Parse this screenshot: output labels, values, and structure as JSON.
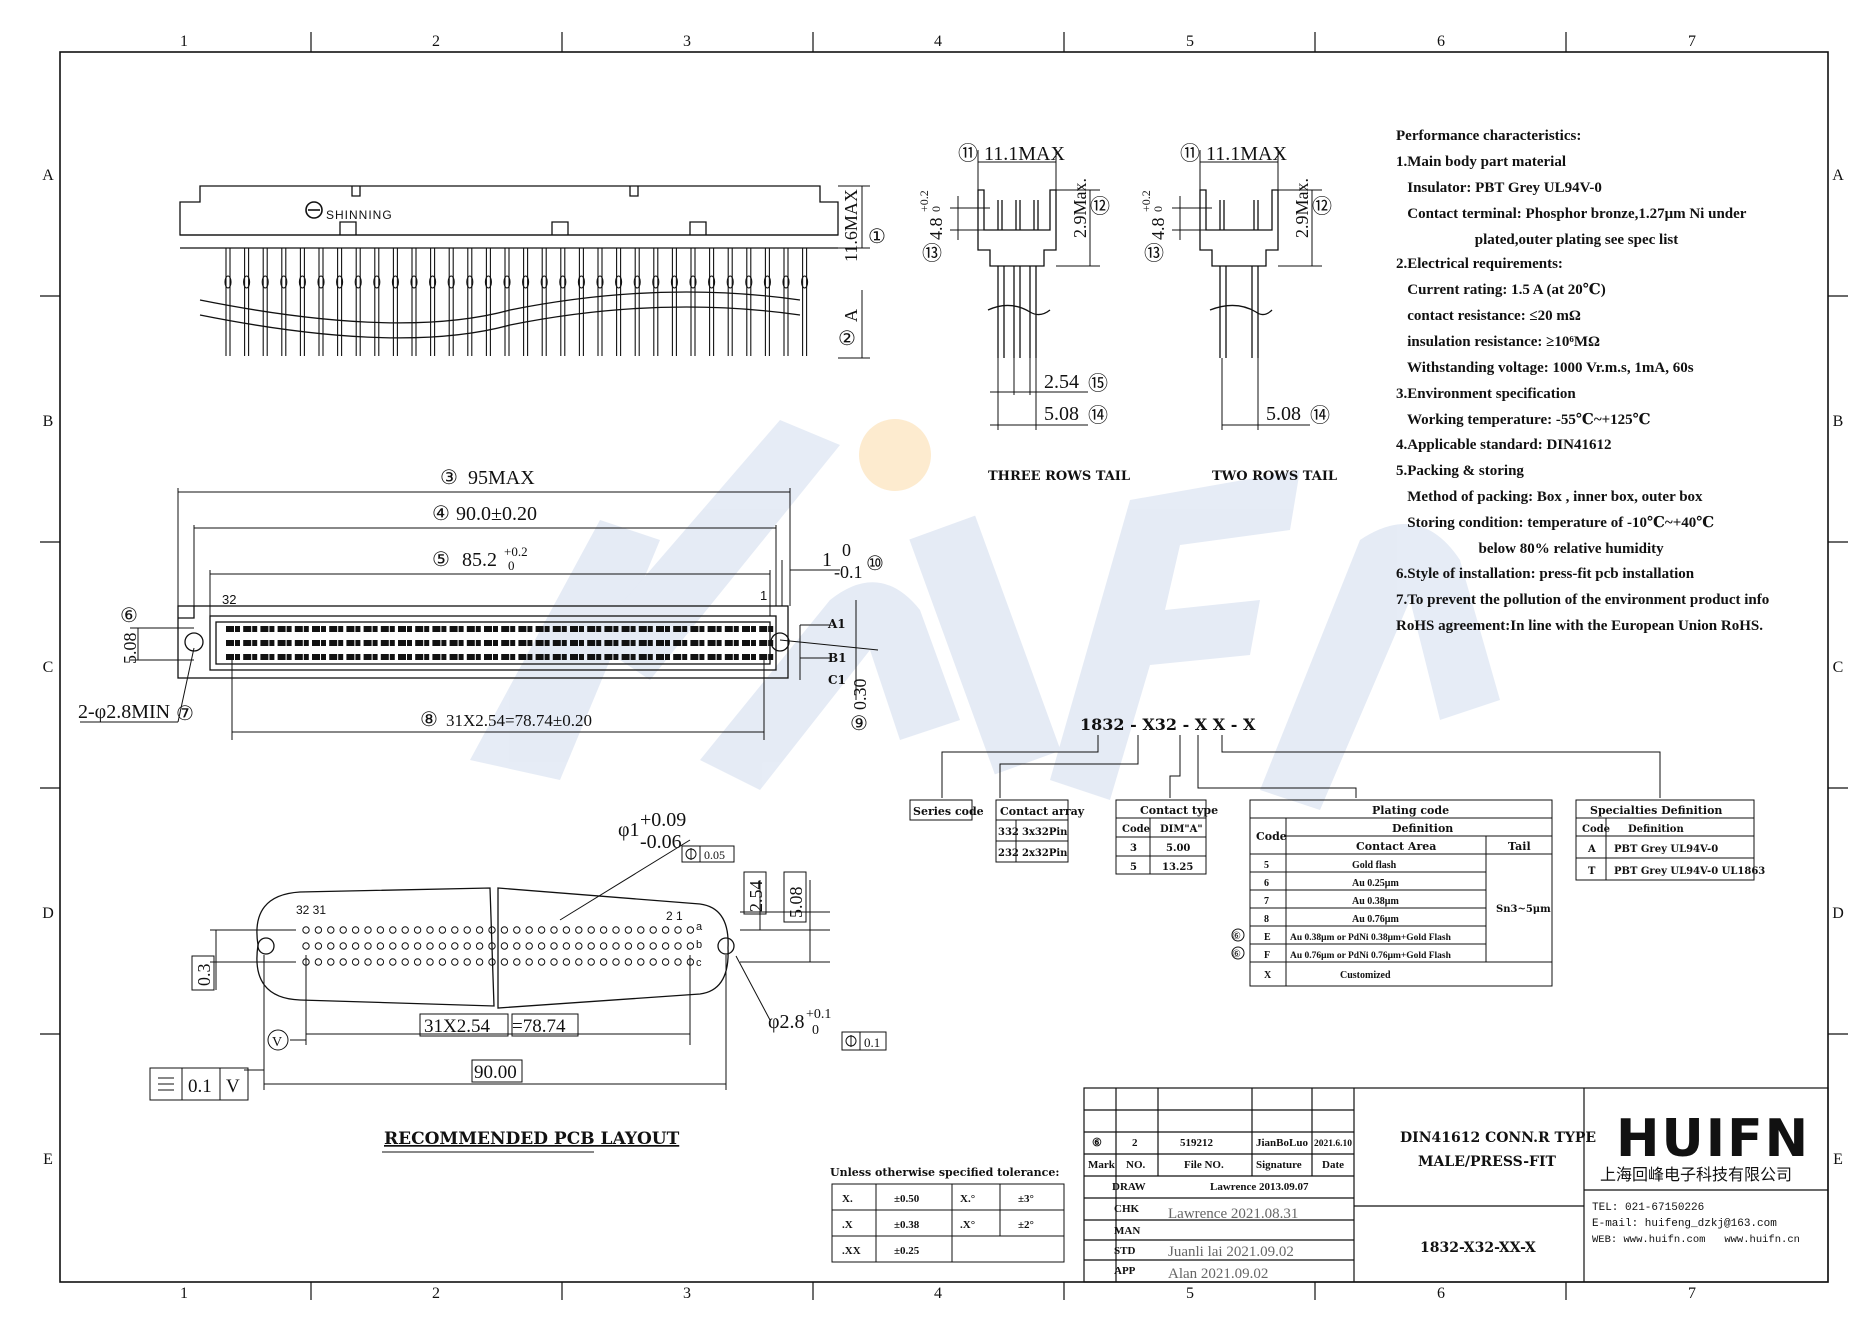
{
  "grid": {
    "columns": [
      "1",
      "2",
      "3",
      "4",
      "5",
      "6",
      "7"
    ],
    "rows": [
      "A",
      "B",
      "C",
      "D",
      "E"
    ]
  },
  "colors": {
    "line": "#111111",
    "watermark": "#2f5fb3",
    "watermark_dot": "#f5a623"
  },
  "watermark": "HUIFN",
  "logo_mark": "SHINNING",
  "top_view": {
    "dim_height": "11.6MAX",
    "dim_tail": "A",
    "callout_1": "①",
    "callout_2": "②"
  },
  "three_rows": {
    "caption": "THREE ROWS TAIL",
    "dim_width": "11.1MAX",
    "dim_height": "2.9Max.",
    "dim_offset": "4.8",
    "dim_offset_tol_up": "+0.2",
    "dim_offset_tol_lo": "0",
    "dim_pitch": "2.54",
    "dim_span": "5.08",
    "c11": "⑪",
    "c12": "⑫",
    "c13": "⑬",
    "c14": "⑭",
    "c15": "⑮"
  },
  "two_rows": {
    "caption": "TWO ROWS TAIL",
    "dim_width": "11.1MAX",
    "dim_height": "2.9Max.",
    "dim_offset": "4.8",
    "dim_offset_tol_up": "+0.2",
    "dim_offset_tol_lo": "0",
    "dim_span": "5.08",
    "c11": "⑪",
    "c12": "⑫",
    "c13": "⑬",
    "c14": "⑭"
  },
  "front_view": {
    "dim_95": "95MAX",
    "dim_90": "90.0±0.20",
    "dim_85": "85.2",
    "dim_85_tol_up": "+0.2",
    "dim_85_tol_lo": "0",
    "dim_1_top": "1",
    "dim_1_zero": "0",
    "dim_1_tol": "-0.1",
    "dim_508": "5.08",
    "dim_030": "0.30",
    "dim_holes": "2-φ2.8MIN",
    "dim_pitch": "31X2.54=78.74±0.20",
    "pin_32": "32",
    "pin_1": "1",
    "row_a": "A1",
    "row_b": "B1",
    "row_c": "C1",
    "c3": "③",
    "c4": "④",
    "c5": "⑤",
    "c6": "⑥",
    "c7": "⑦",
    "c8": "⑧",
    "c9": "⑨",
    "c10": "⑩"
  },
  "pcb": {
    "title": "RECOMMENDED PCB LAYOUT",
    "hole_dia": "φ1",
    "hole_tol_up": "+0.09",
    "hole_tol_lo": "-0.06",
    "pos_tol": "0.05",
    "pitch_254": "2.54",
    "pitch_508": "5.08",
    "dim_03": "0.3",
    "mount_dia": "φ2.8",
    "mount_tol_up": "+0.1",
    "mount_tol_lo": "0",
    "mount_pos_tol": "0.1",
    "dim_pitch": "31X2.54",
    "dim_pitch_eq": "=78.74",
    "dim_90": "90.00",
    "datum_v": "V",
    "flat_tol": "0.1",
    "flat_datum": "V",
    "label_3231": "32 31",
    "label_21": "2  1",
    "row_a": "a",
    "row_b": "b",
    "row_c": "c"
  },
  "performance": {
    "lines": [
      "Performance characteristics:",
      "1.Main body part material",
      "   Insulator: PBT Grey UL94V-0",
      "   Contact terminal: Phosphor bronze,1.27μm Ni under",
      "                     plated,outer plating see spec list",
      "2.Electrical requirements:",
      "   Current rating: 1.5 A (at 20℃)",
      "   contact resistance: ≤20 mΩ",
      "   insulation resistance: ≥10⁶MΩ",
      "   Withstanding voltage: 1000 Vr.m.s, 1mA, 60s",
      "3.Environment specification",
      "   Working temperature: -55℃~+125℃",
      "4.Applicable standard: DIN41612",
      "5.Packing & storing",
      "   Method of packing: Box , inner box, outer box",
      "   Storing condition: temperature of -10℃~+40℃",
      "                      below 80% relative humidity",
      "6.Style of installation: press-fit pcb installation",
      "7.To prevent the pollution of the environment product info",
      "RoHS agreement:In line with the European Union RoHS."
    ]
  },
  "part_code": {
    "code": "1832 - X32 - X X - X",
    "series": {
      "header": "Series code"
    },
    "contact_array": {
      "header": "Contact array",
      "rows": [
        [
          "332",
          "3x32Pin"
        ],
        [
          "232",
          "2x32Pin"
        ]
      ]
    },
    "contact_type": {
      "header": "Contact type",
      "col_code": "Code",
      "col_dim": "DIM\"A\"",
      "rows": [
        [
          "3",
          "5.00"
        ],
        [
          "5",
          "13.25"
        ]
      ]
    },
    "plating": {
      "header": "Plating code",
      "col_code": "Code",
      "col_definition": "Definition",
      "col_area": "Contact Area",
      "col_tail": "Tail",
      "tail_value": "Sn3~5μm",
      "rows": [
        [
          "5",
          "Gold flash"
        ],
        [
          "6",
          "Au 0.25μm"
        ],
        [
          "7",
          "Au 0.38μm"
        ],
        [
          "8",
          "Au 0.76μm"
        ],
        [
          "E",
          "Au 0.38μm or PdNi 0.38μm+Gold Flash"
        ],
        [
          "F",
          "Au 0.76μm or PdNi 0.76μm+Gold Flash"
        ],
        [
          "X",
          "Customized"
        ]
      ],
      "mark": "⑥"
    },
    "specialties": {
      "header": "Specialties Definition",
      "col_code": "Code",
      "col_definition": "Definition",
      "rows": [
        [
          "A",
          "PBT Grey UL94V-0"
        ],
        [
          "T",
          "PBT Grey UL94V-0 UL1863"
        ]
      ]
    }
  },
  "tolerance": {
    "heading": "Unless otherwise specified tolerance:",
    "rows": [
      [
        "X.",
        "±0.50",
        "X.°",
        "±3°"
      ],
      [
        ".X",
        "±0.38",
        ".X°",
        "±2°"
      ],
      [
        ".XX",
        "±0.25",
        "",
        ""
      ]
    ]
  },
  "title_block": {
    "revision": {
      "mark": "⑥",
      "no": "2",
      "file": "519212",
      "signature": "JianBoLuo",
      "date": "2021.6.10"
    },
    "rev_headers": [
      "Mark",
      "NO.",
      "File NO.",
      "Signature",
      "Date"
    ],
    "roles": [
      {
        "role": "DRAW",
        "value": "Lawrence 2013.09.07"
      },
      {
        "role": "CHK",
        "value": "Lawrence 2021.08.31"
      },
      {
        "role": "MAN",
        "value": ""
      },
      {
        "role": "STD",
        "value": "Juanli lai 2021.09.02"
      },
      {
        "role": "APP",
        "value": "Alan 2021.09.02"
      }
    ],
    "title_line1": "DIN41612 CONN.R TYPE",
    "title_line2": "MALE/PRESS-FIT",
    "part_no": "1832-X32-XX-X",
    "company_logo": "HUIFN",
    "company_name": "上海回峰电子科技有限公司",
    "tel": "TEL: 021-67150226",
    "email": "E-mail: huifeng_dzkj@163.com",
    "web": "WEB: www.huifn.com   www.huifn.cn"
  }
}
